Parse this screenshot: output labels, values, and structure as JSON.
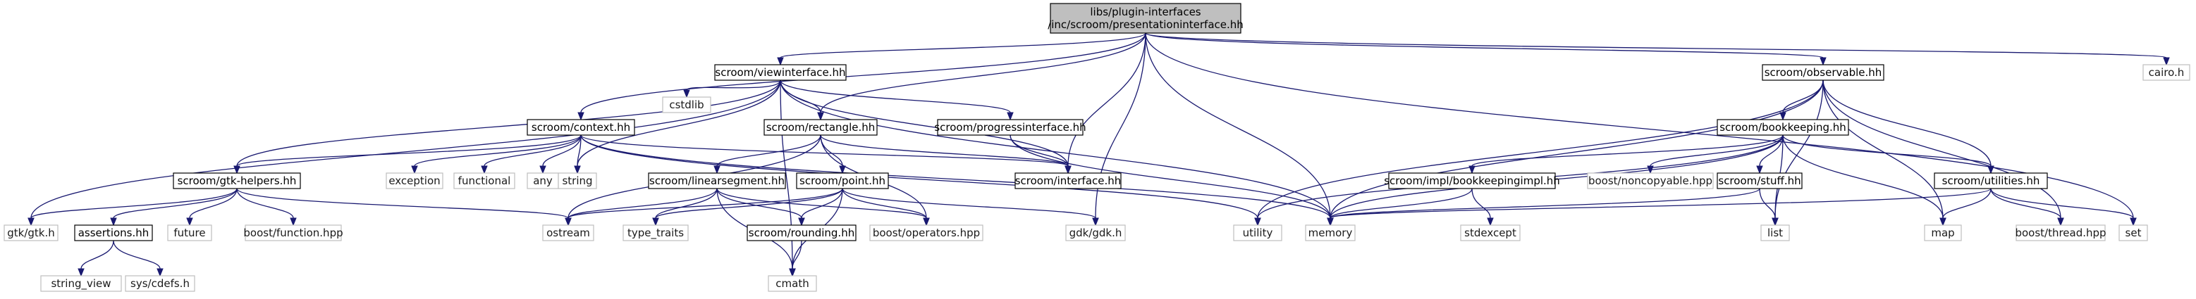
{
  "graph": {
    "root": "presentationinterface",
    "nodes": [
      {
        "id": "presentationinterface",
        "label": [
          "libs/plugin-interfaces",
          "/inc/scroom/presentationinterface.hh"
        ],
        "style": "root"
      },
      {
        "id": "viewinterface",
        "label": [
          "scroom/viewinterface.hh"
        ],
        "style": "project"
      },
      {
        "id": "observable",
        "label": [
          "scroom/observable.hh"
        ],
        "style": "project"
      },
      {
        "id": "cairo",
        "label": [
          "cairo.h"
        ],
        "style": "external"
      },
      {
        "id": "cstdlib",
        "label": [
          "cstdlib"
        ],
        "style": "external"
      },
      {
        "id": "context",
        "label": [
          "scroom/context.hh"
        ],
        "style": "project"
      },
      {
        "id": "rectangle",
        "label": [
          "scroom/rectangle.hh"
        ],
        "style": "project"
      },
      {
        "id": "progressinterface",
        "label": [
          "scroom/progressinterface.hh"
        ],
        "style": "project"
      },
      {
        "id": "bookkeeping",
        "label": [
          "scroom/bookkeeping.hh"
        ],
        "style": "project"
      },
      {
        "id": "gtkhelpers",
        "label": [
          "scroom/gtk-helpers.hh"
        ],
        "style": "project"
      },
      {
        "id": "exception",
        "label": [
          "exception"
        ],
        "style": "external"
      },
      {
        "id": "functional",
        "label": [
          "functional"
        ],
        "style": "external"
      },
      {
        "id": "any",
        "label": [
          "any"
        ],
        "style": "external"
      },
      {
        "id": "string",
        "label": [
          "string"
        ],
        "style": "external"
      },
      {
        "id": "linearsegment",
        "label": [
          "scroom/linearsegment.hh"
        ],
        "style": "project"
      },
      {
        "id": "point",
        "label": [
          "scroom/point.hh"
        ],
        "style": "project"
      },
      {
        "id": "interface",
        "label": [
          "scroom/interface.hh"
        ],
        "style": "project"
      },
      {
        "id": "bookkeepingimpl",
        "label": [
          "scroom/impl/bookkeepingimpl.hh"
        ],
        "style": "project"
      },
      {
        "id": "noncopyable",
        "label": [
          "boost/noncopyable.hpp"
        ],
        "style": "external"
      },
      {
        "id": "stuff",
        "label": [
          "scroom/stuff.hh"
        ],
        "style": "project"
      },
      {
        "id": "utilities",
        "label": [
          "scroom/utilities.hh"
        ],
        "style": "project"
      },
      {
        "id": "gtk",
        "label": [
          "gtk/gtk.h"
        ],
        "style": "external"
      },
      {
        "id": "assertions",
        "label": [
          "assertions.hh"
        ],
        "style": "project"
      },
      {
        "id": "future",
        "label": [
          "future"
        ],
        "style": "external"
      },
      {
        "id": "boostfunction",
        "label": [
          "boost/function.hpp"
        ],
        "style": "external"
      },
      {
        "id": "ostream",
        "label": [
          "ostream"
        ],
        "style": "external"
      },
      {
        "id": "typetraits",
        "label": [
          "type_traits"
        ],
        "style": "external"
      },
      {
        "id": "rounding",
        "label": [
          "scroom/rounding.hh"
        ],
        "style": "project"
      },
      {
        "id": "operators",
        "label": [
          "boost/operators.hpp"
        ],
        "style": "external"
      },
      {
        "id": "gdk",
        "label": [
          "gdk/gdk.h"
        ],
        "style": "external"
      },
      {
        "id": "utility",
        "label": [
          "utility"
        ],
        "style": "external"
      },
      {
        "id": "memory",
        "label": [
          "memory"
        ],
        "style": "external"
      },
      {
        "id": "stdexcept",
        "label": [
          "stdexcept"
        ],
        "style": "external"
      },
      {
        "id": "list",
        "label": [
          "list"
        ],
        "style": "external"
      },
      {
        "id": "map",
        "label": [
          "map"
        ],
        "style": "external"
      },
      {
        "id": "boostthread",
        "label": [
          "boost/thread.hpp"
        ],
        "style": "external"
      },
      {
        "id": "set",
        "label": [
          "set"
        ],
        "style": "external"
      },
      {
        "id": "stringview",
        "label": [
          "string_view"
        ],
        "style": "external"
      },
      {
        "id": "syscdefs",
        "label": [
          "sys/cdefs.h"
        ],
        "style": "external"
      },
      {
        "id": "cmath",
        "label": [
          "cmath"
        ],
        "style": "external"
      }
    ],
    "edges": [
      [
        "presentationinterface",
        "viewinterface"
      ],
      [
        "presentationinterface",
        "observable"
      ],
      [
        "presentationinterface",
        "cairo"
      ],
      [
        "presentationinterface",
        "context"
      ],
      [
        "presentationinterface",
        "rectangle"
      ],
      [
        "presentationinterface",
        "interface"
      ],
      [
        "presentationinterface",
        "gdk"
      ],
      [
        "presentationinterface",
        "memory"
      ],
      [
        "presentationinterface",
        "set"
      ],
      [
        "viewinterface",
        "cstdlib"
      ],
      [
        "viewinterface",
        "rectangle"
      ],
      [
        "viewinterface",
        "progressinterface"
      ],
      [
        "viewinterface",
        "gtkhelpers"
      ],
      [
        "viewinterface",
        "interface"
      ],
      [
        "viewinterface",
        "gtk"
      ],
      [
        "viewinterface",
        "string"
      ],
      [
        "viewinterface",
        "memory"
      ],
      [
        "viewinterface",
        "cmath"
      ],
      [
        "observable",
        "bookkeeping"
      ],
      [
        "observable",
        "utilities"
      ],
      [
        "observable",
        "list"
      ],
      [
        "observable",
        "map"
      ],
      [
        "observable",
        "memory"
      ],
      [
        "observable",
        "utility"
      ],
      [
        "observable",
        "boostthread"
      ],
      [
        "context",
        "gtkhelpers"
      ],
      [
        "context",
        "exception"
      ],
      [
        "context",
        "functional"
      ],
      [
        "context",
        "any"
      ],
      [
        "context",
        "string"
      ],
      [
        "context",
        "interface"
      ],
      [
        "context",
        "memory"
      ],
      [
        "context",
        "utility"
      ],
      [
        "rectangle",
        "linearsegment"
      ],
      [
        "rectangle",
        "point"
      ],
      [
        "rectangle",
        "interface"
      ],
      [
        "rectangle",
        "ostream"
      ],
      [
        "rectangle",
        "operators"
      ],
      [
        "progressinterface",
        "interface"
      ],
      [
        "progressinterface",
        "memory"
      ],
      [
        "bookkeeping",
        "bookkeepingimpl"
      ],
      [
        "bookkeeping",
        "noncopyable"
      ],
      [
        "bookkeeping",
        "stuff"
      ],
      [
        "bookkeeping",
        "utilities"
      ],
      [
        "bookkeeping",
        "list"
      ],
      [
        "bookkeeping",
        "map"
      ],
      [
        "bookkeeping",
        "memory"
      ],
      [
        "bookkeeping",
        "utility"
      ],
      [
        "gtkhelpers",
        "gtk"
      ],
      [
        "gtkhelpers",
        "assertions"
      ],
      [
        "gtkhelpers",
        "future"
      ],
      [
        "gtkhelpers",
        "boostfunction"
      ],
      [
        "gtkhelpers",
        "ostream"
      ],
      [
        "linearsegment",
        "rounding"
      ],
      [
        "linearsegment",
        "ostream"
      ],
      [
        "linearsegment",
        "typetraits"
      ],
      [
        "linearsegment",
        "operators"
      ],
      [
        "linearsegment",
        "cmath"
      ],
      [
        "point",
        "rounding"
      ],
      [
        "point",
        "ostream"
      ],
      [
        "point",
        "operators"
      ],
      [
        "point",
        "gdk"
      ],
      [
        "point",
        "cmath"
      ],
      [
        "point",
        "typetraits"
      ],
      [
        "bookkeepingimpl",
        "memory"
      ],
      [
        "bookkeepingimpl",
        "stdexcept"
      ],
      [
        "stuff",
        "memory"
      ],
      [
        "stuff",
        "list"
      ],
      [
        "utilities",
        "memory"
      ],
      [
        "utilities",
        "map"
      ],
      [
        "utilities",
        "boostthread"
      ],
      [
        "utilities",
        "set"
      ],
      [
        "assertions",
        "stringview"
      ],
      [
        "assertions",
        "syscdefs"
      ],
      [
        "rounding",
        "cmath"
      ]
    ]
  }
}
